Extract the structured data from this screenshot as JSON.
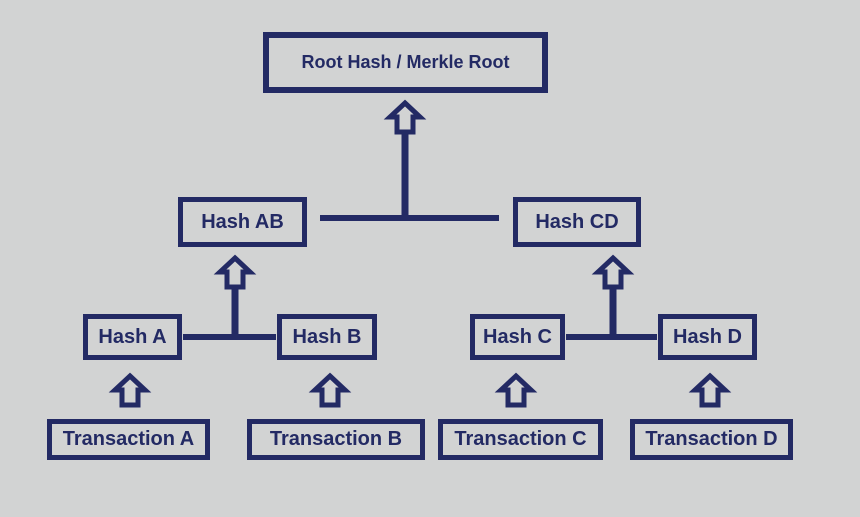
{
  "colors": {
    "accent": "#232a64",
    "background": "#d2d3d3"
  },
  "diagram": {
    "type": "merkle-tree",
    "nodes": {
      "root": {
        "label": "Root Hash / Merkle Root"
      },
      "hash_ab": {
        "label": "Hash AB"
      },
      "hash_cd": {
        "label": "Hash CD"
      },
      "hash_a": {
        "label": "Hash A"
      },
      "hash_b": {
        "label": "Hash B"
      },
      "hash_c": {
        "label": "Hash C"
      },
      "hash_d": {
        "label": "Hash D"
      },
      "tx_a": {
        "label": "Transaction A"
      },
      "tx_b": {
        "label": "Transaction B"
      },
      "tx_c": {
        "label": "Transaction C"
      },
      "tx_d": {
        "label": "Transaction D"
      }
    },
    "edges": [
      {
        "from": "hash_ab",
        "to": "root"
      },
      {
        "from": "hash_cd",
        "to": "root"
      },
      {
        "from": "hash_a",
        "to": "hash_ab"
      },
      {
        "from": "hash_b",
        "to": "hash_ab"
      },
      {
        "from": "hash_c",
        "to": "hash_cd"
      },
      {
        "from": "hash_d",
        "to": "hash_cd"
      },
      {
        "from": "tx_a",
        "to": "hash_a"
      },
      {
        "from": "tx_b",
        "to": "hash_b"
      },
      {
        "from": "tx_c",
        "to": "hash_c"
      },
      {
        "from": "tx_d",
        "to": "hash_d"
      }
    ]
  }
}
